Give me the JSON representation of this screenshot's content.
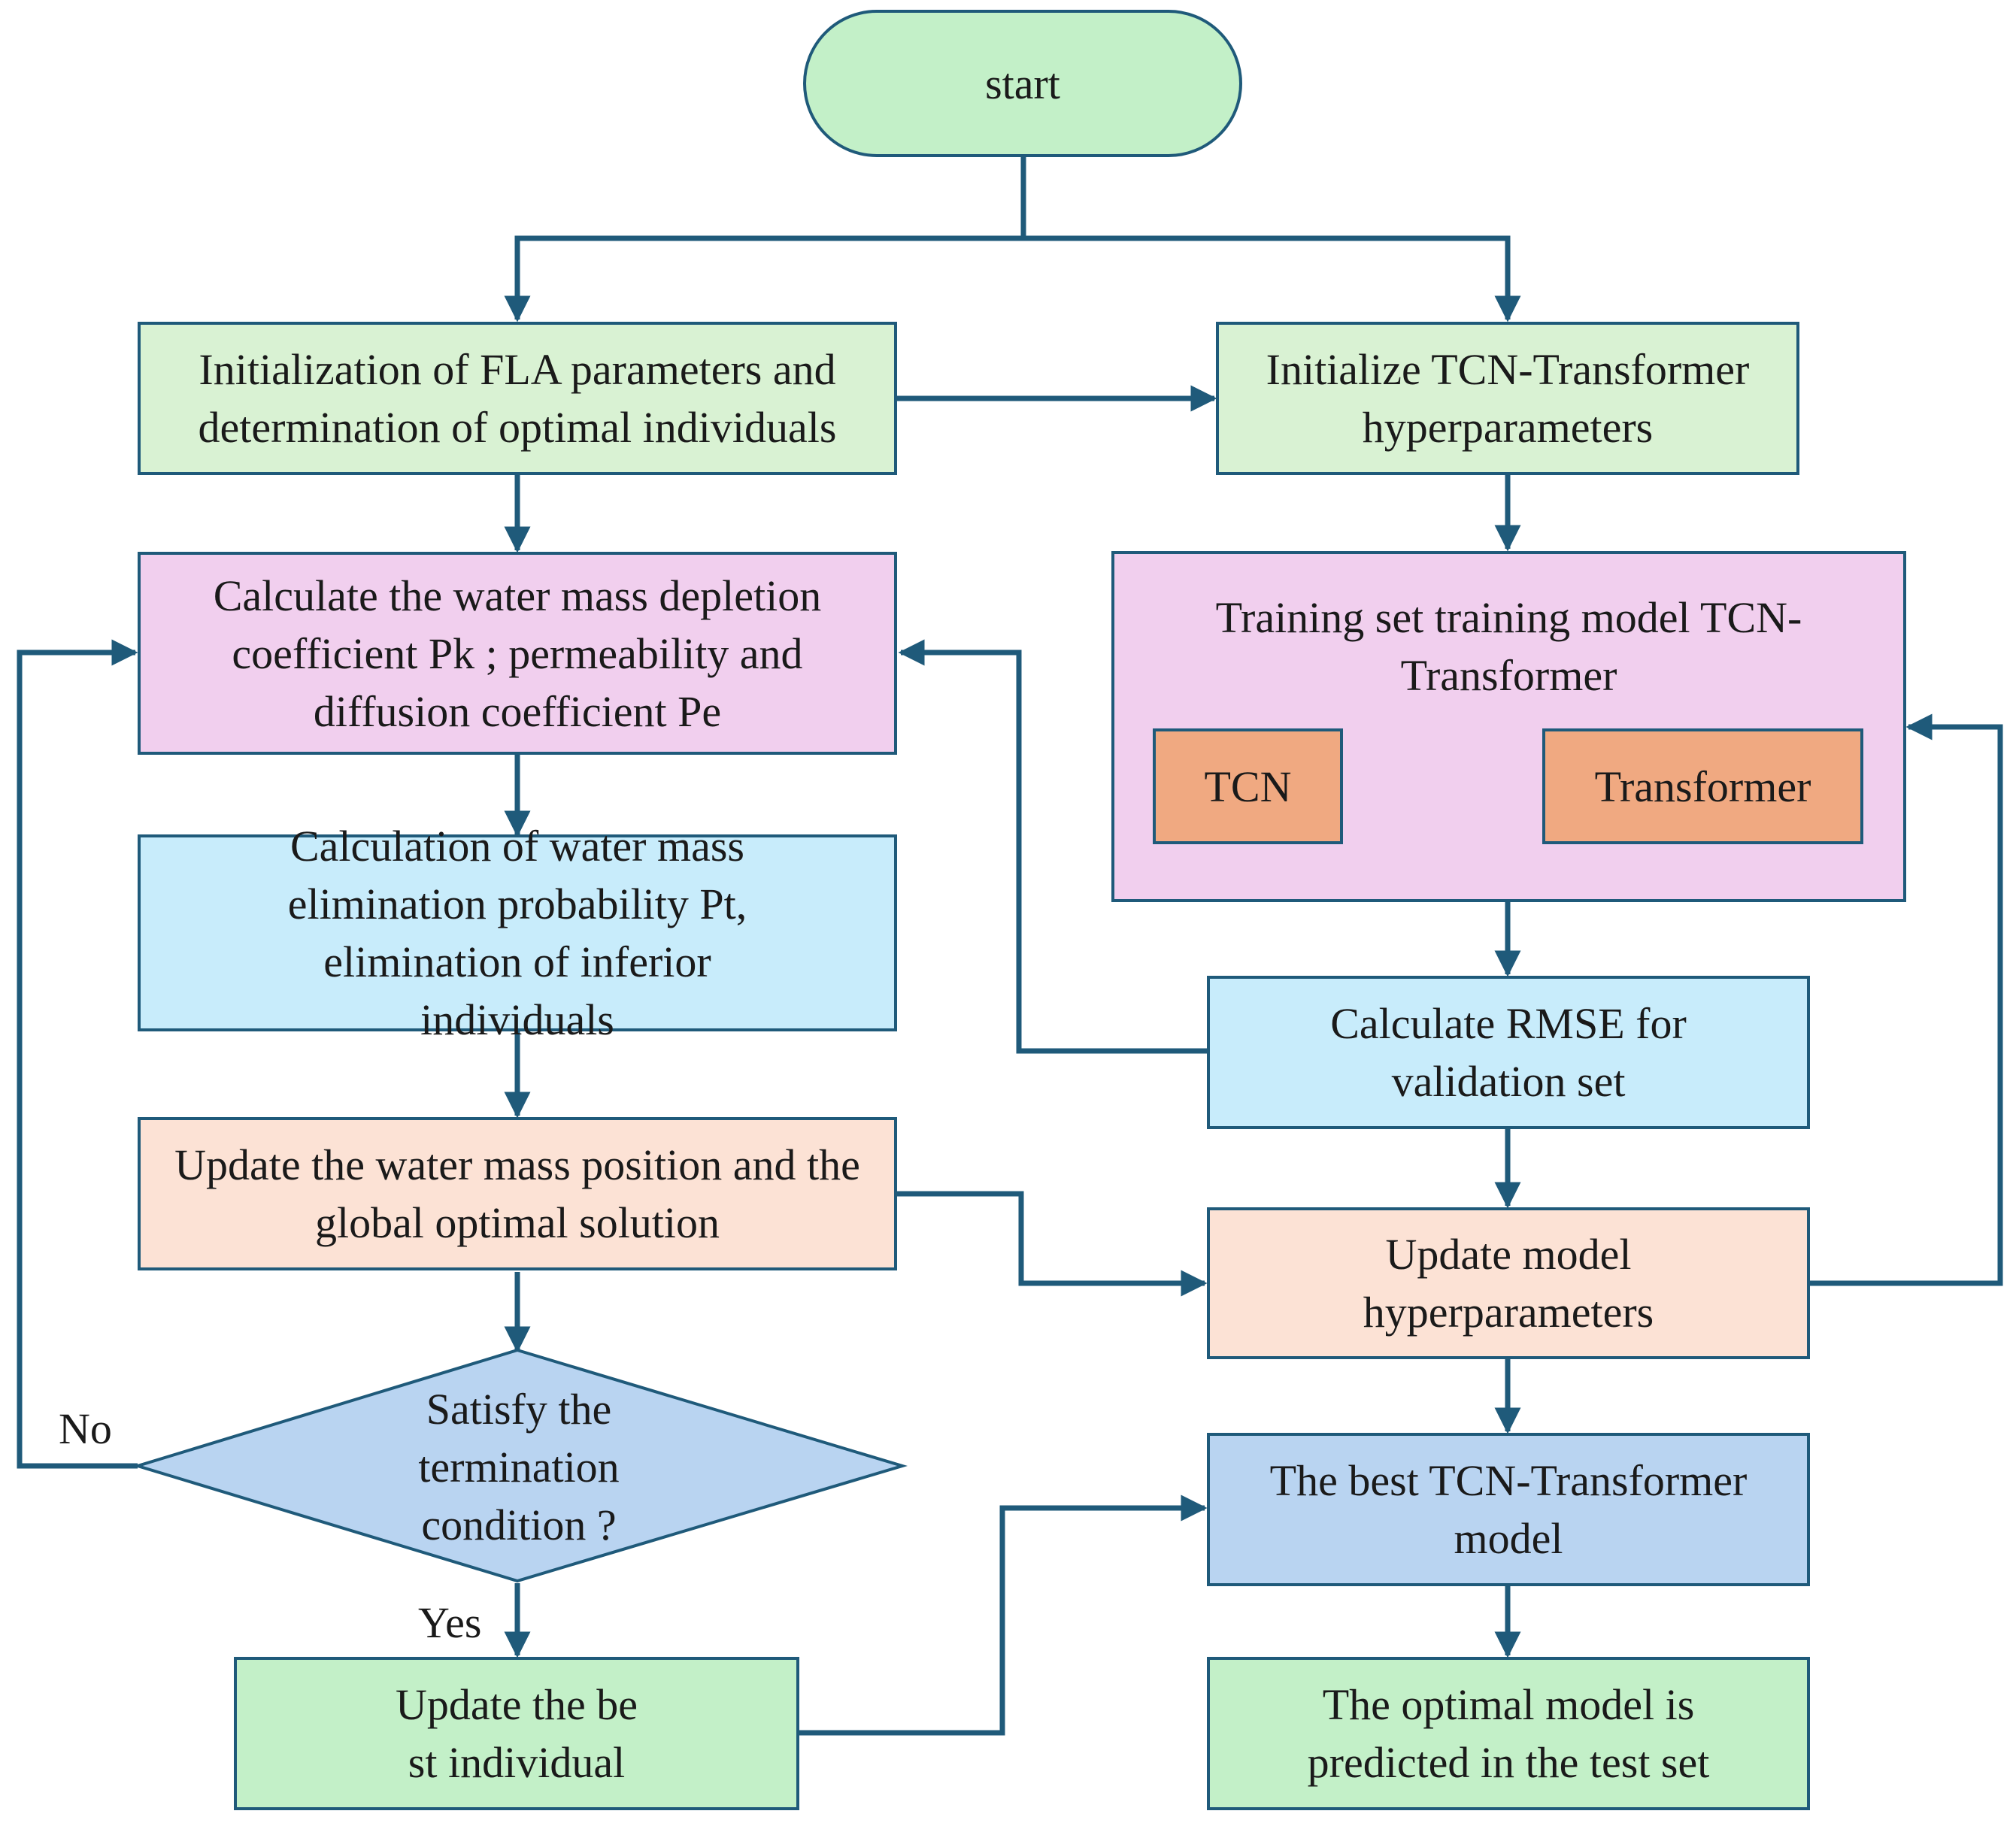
{
  "nodes": {
    "start": "start",
    "fla_init": "Initialization of FLA parameters and determination of optimal individuals",
    "depletion": "Calculate the water mass depletion coefficient Pk ; permeability and diffusion coefficient Pe",
    "elimination": "Calculation of water mass elimination probability Pt, elimination of inferior individuals",
    "update_position": "Update the water mass position and the global optimal solution",
    "termination": "Satisfy the termination condition ?",
    "update_best": "Update the be st individual",
    "tcn_init": "Initialize TCN-Transformer hyperparameters",
    "training": "Training set training model TCN-Transformer",
    "tcn": "TCN",
    "transformer": "Transformer",
    "rmse": "Calculate RMSE for validation set",
    "update_hyper": "Update model hyperparameters",
    "best_model": "The best TCN-Transformer model",
    "optimal_model": "The optimal model is predicted in the test set"
  },
  "labels": {
    "no": "No",
    "yes": "Yes"
  },
  "colors": {
    "line": "#1f5a7a",
    "green": "#d9f2d3",
    "light_green": "#c3f0c8",
    "pink": "#f1cfee",
    "cyan": "#c8ecfb",
    "peach": "#fce2d5",
    "blue": "#b9d4f1",
    "orange": "#f0a981"
  }
}
